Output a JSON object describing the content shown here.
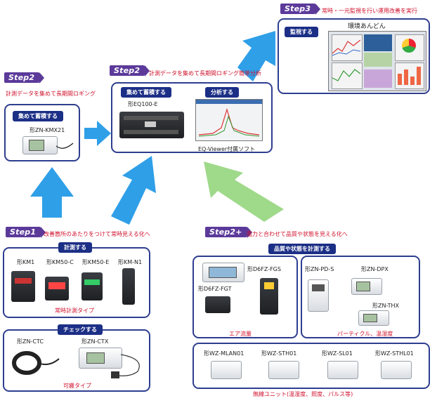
{
  "steps": {
    "step1": {
      "label": "Step1",
      "desc": "改善箇所のあたりをつけて常時見える化へ"
    },
    "step2_left": {
      "label": "Step2",
      "desc": "計測データを集めて長期間ロギング"
    },
    "step2_center": {
      "label": "Step2",
      "desc": "計測データを集めて長期間ロギング簡単分析"
    },
    "step2plus": {
      "label": "Step2+",
      "desc": "電力と合わせて品質や状態を見える化へ"
    },
    "step3": {
      "label": "Step3",
      "desc": "常時・一元監視を行い運用改善を実行"
    }
  },
  "step3_panel": {
    "tag": "監視する",
    "title": "環境あんどん"
  },
  "step2_left_panel": {
    "tag": "集めて蓄積する",
    "product": "形ZN-KMX21"
  },
  "step2_center_panel": {
    "collect_tag": "集めて蓄積する",
    "collect_product": "形EQ100-E",
    "analyze_tag": "分析する",
    "analyze_caption": "EQ-Viewer付属ソフト"
  },
  "measure_panel": {
    "tag": "計測する",
    "products": [
      "形KM1",
      "形KM50-C",
      "形KM50-E",
      "形KM-N1"
    ],
    "caption": "常時計測タイプ"
  },
  "check_panel": {
    "tag": "チェックする",
    "products": [
      "形ZN-CTC",
      "形ZN-CTX"
    ],
    "caption": "可搬タイプ"
  },
  "quality_heading": "品質や状態を計測する",
  "air_panel": {
    "products": [
      "形D6FZ-FGS",
      "形D6FZ-FGT"
    ],
    "caption": "エア流量"
  },
  "particle_panel": {
    "products": [
      "形ZN-PD-S",
      "形ZN-DPX",
      "形ZN-THX"
    ],
    "caption": "パーティクル、温湿度"
  },
  "wireless_panel": {
    "products": [
      "形WZ-MLAN01",
      "形WZ-STH01",
      "形WZ-SL01",
      "形WZ-STHL01"
    ],
    "caption": "無線ユニット(温湿度、照度、パルス等)"
  },
  "colors": {
    "step_purple": "#5b3a9a",
    "tag_navy": "#1c2f86",
    "caption_red": "#d0102b",
    "arrow_blue": "#2f9fe8",
    "arrow_green": "#9fd98a"
  }
}
